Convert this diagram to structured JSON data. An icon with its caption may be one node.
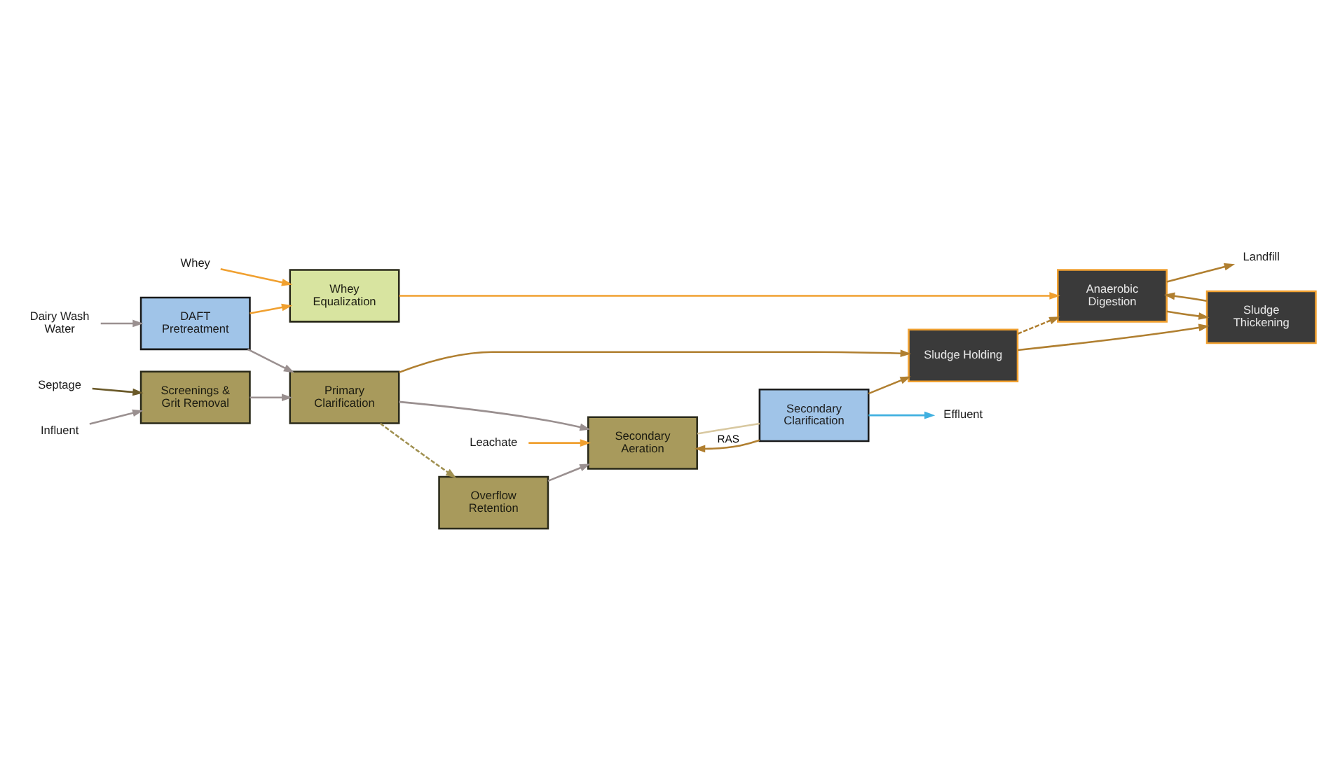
{
  "diagram": {
    "nodes": [
      {
        "text": [
          "Septage"
        ]
      },
      {
        "text": [
          "Influent"
        ]
      },
      {
        "text": [
          "Whey"
        ]
      },
      {
        "text": [
          "Screenings & Grit Removal"
        ]
      },
      {
        "text": [
          "Leachate"
        ]
      },
      {
        "text": [
          "Primary Clarification"
        ]
      },
      {
        "text": [
          "Overflow Retention"
        ]
      },
      {
        "text": [
          "Secondary Aeration"
        ]
      },
      {
        "text": [
          "Whey Equalization"
        ]
      },
      {
        "text": [
          "Sludge Holding"
        ]
      },
      {
        "text": [
          "Secondary Clarification"
        ]
      },
      {
        "text": [
          "Effluent"
        ]
      },
      {
        "text": [
          "Anaerobic Digestion"
        ]
      },
      {
        "text": [
          "Sludge Thickening"
        ]
      },
      {
        "text": [
          "Landfill"
        ]
      },
      {
        "text": [
          "DAFT Pretreatment"
        ]
      },
      {
        "text": [
          "Dairy Wash Water"
        ]
      }
    ],
    "edges": [
      {
        "from": 0,
        "to": 3,
        "arrow": "to",
        "color": "#6b5a2a"
      },
      {
        "from": 1,
        "to": 3,
        "arrow": "to",
        "color": "#9a9090"
      },
      {
        "from": 2,
        "to": 8,
        "arrow": "to",
        "color": "#f0a030"
      },
      {
        "from": 3,
        "to": 5,
        "arrow": "to",
        "color": "#9a9090"
      },
      {
        "from": 5,
        "to": 6,
        "arrow": "to",
        "style": "dashed",
        "color": "#a09050"
      },
      {
        "from": 5,
        "to": 7,
        "arrow": "to",
        "color": "#9a9090"
      },
      {
        "from": 4,
        "to": 7,
        "arrow": "to",
        "color": "#f0a030"
      },
      {
        "from": 6,
        "to": 7,
        "arrow": "to",
        "color": "#9a9090"
      },
      {
        "from": 7,
        "to": 10,
        "arrow": "none",
        "color": "#d8c8a0"
      },
      {
        "from": 10,
        "to": 7,
        "arrow": "to",
        "label": "RAS",
        "color": "#b07f30"
      },
      {
        "from": 10,
        "to": 11,
        "arrow": "to",
        "color": "#40b0e0"
      },
      {
        "from": 5,
        "to": 9,
        "arrow": "to",
        "color": "#b07f30"
      },
      {
        "from": 10,
        "to": 9,
        "arrow": "to",
        "color": "#b07f30"
      },
      {
        "from": 9,
        "to": 13,
        "arrow": "to",
        "color": "#b07f30"
      },
      {
        "from": 9,
        "to": 12,
        "arrow": "to",
        "style": "dashed",
        "color": "#b07f30"
      },
      {
        "from": 13,
        "to": 12,
        "arrow": "to",
        "color": "#b07f30"
      },
      {
        "from": 8,
        "to": 12,
        "arrow": "to",
        "color": "#f0a030"
      },
      {
        "from": 12,
        "to": 14,
        "arrow": "to",
        "color": "#b07f30"
      },
      {
        "from": 12,
        "to": 13,
        "arrow": "to",
        "color": "#b07f30"
      },
      {
        "from": 15,
        "to": 8,
        "arrow": "to",
        "color": "#f0a030"
      },
      {
        "from": 15,
        "to": 5,
        "arrow": "to",
        "color": "#9a9090"
      },
      {
        "from": 16,
        "to": 15,
        "arrow": "to",
        "color": "#9a9090"
      }
    ]
  }
}
